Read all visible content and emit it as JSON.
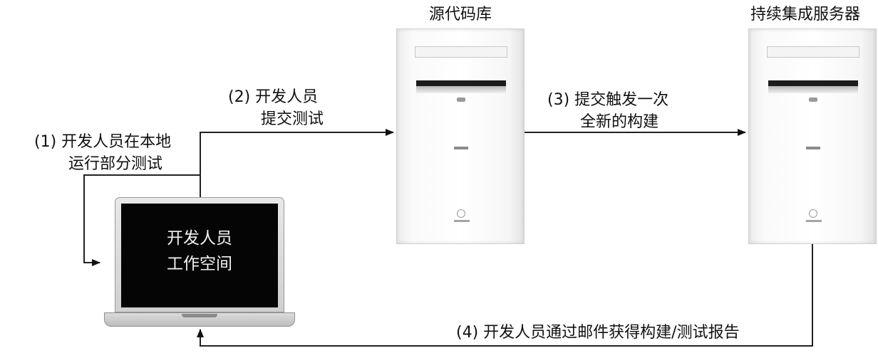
{
  "title_repo": "源代码库",
  "title_ci": "持续集成服务器",
  "step1": {
    "line1": "(1) 开发人员在本地",
    "line2": "运行部分测试"
  },
  "step2": {
    "line1": "(2) 开发人员",
    "line2": "提交测试"
  },
  "step3": {
    "line1": "(3) 提交触发一次",
    "line2": "全新的构建"
  },
  "step4": {
    "text": "(4) 开发人员通过邮件获得构建/测试报告"
  },
  "workspace": {
    "line1": "开发人员",
    "line2": "工作空间"
  }
}
